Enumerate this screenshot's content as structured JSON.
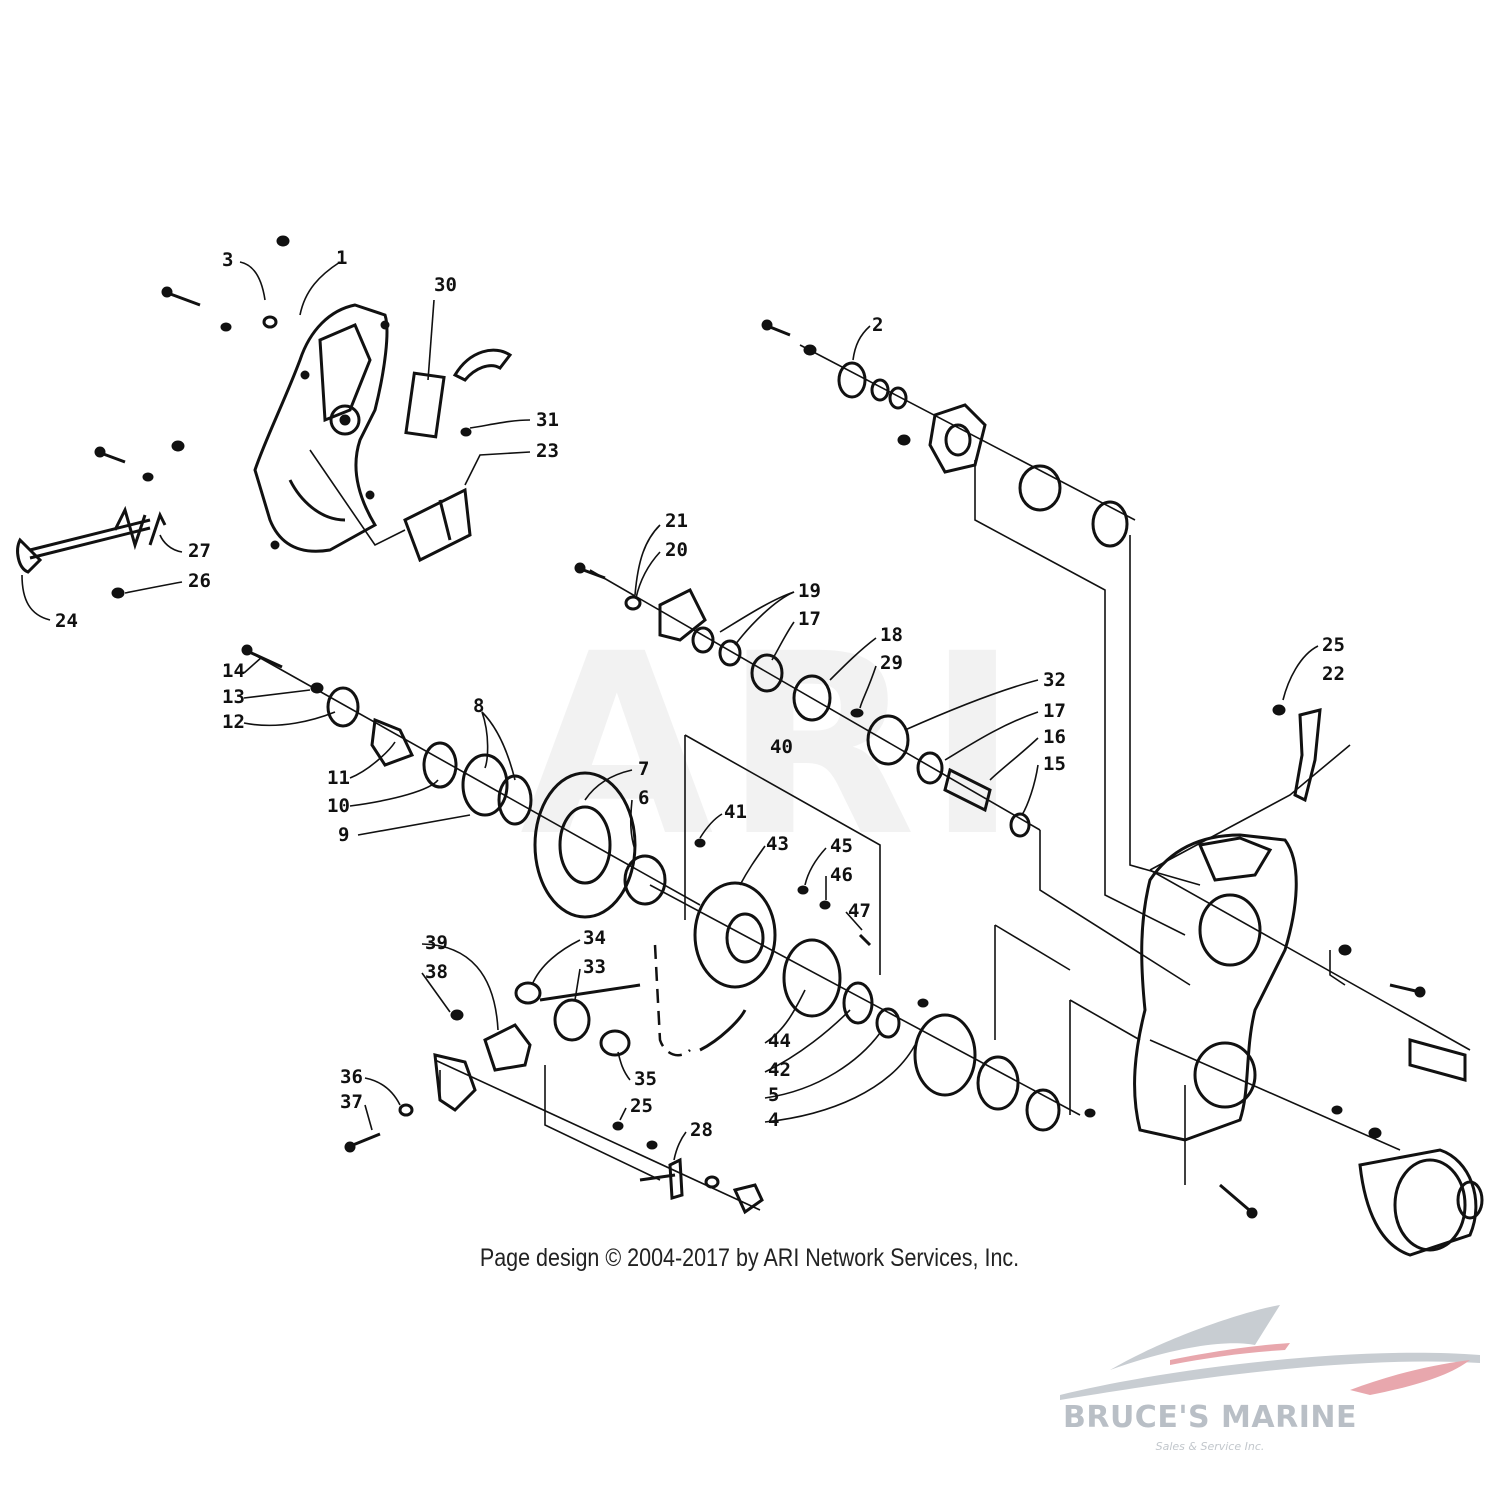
{
  "diagram": {
    "callouts": [
      "1",
      "2",
      "3",
      "4",
      "5",
      "6",
      "7",
      "8",
      "9",
      "10",
      "11",
      "12",
      "13",
      "14",
      "15",
      "16",
      "17",
      "17",
      "18",
      "19",
      "20",
      "21",
      "22",
      "23",
      "24",
      "25",
      "25",
      "26",
      "27",
      "28",
      "29",
      "30",
      "31",
      "32",
      "33",
      "34",
      "35",
      "36",
      "37",
      "38",
      "39",
      "40",
      "41",
      "42",
      "43",
      "44",
      "45",
      "46",
      "47"
    ],
    "copyright": "Page design © 2004-2017 by ARI Network Services, Inc.",
    "watermark": "ARI"
  },
  "logo": {
    "name": "BRUCE'S MARINE",
    "tagline": "Sales & Service Inc.",
    "colors": {
      "swoosh_gray": "#c8cdd2",
      "swoosh_red": "#e8a7ad"
    }
  }
}
